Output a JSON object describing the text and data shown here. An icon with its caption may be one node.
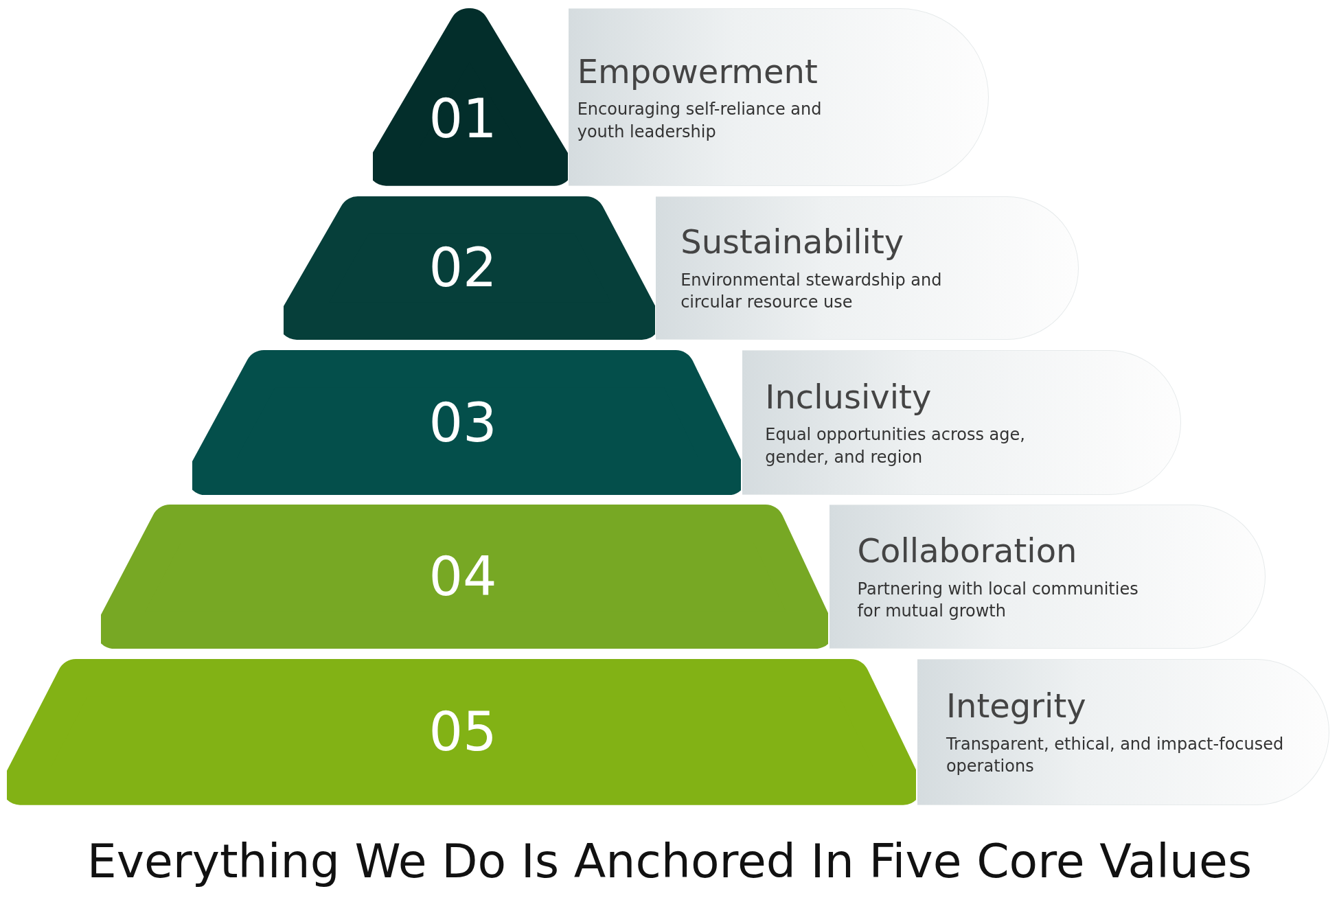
{
  "diagram": {
    "caption": "Everything We Do Is Anchored In Five Core Values",
    "nodes": [
      {
        "text": [
          "01"
        ]
      },
      {
        "text": [
          "Empowerment",
          "Encouraging self-reliance and youth leadership"
        ]
      },
      {
        "text": [
          "02"
        ]
      },
      {
        "text": [
          "Sustainability",
          "Environmental stewardship and circular resource use"
        ]
      },
      {
        "text": [
          "03"
        ]
      },
      {
        "text": [
          "Inclusivity",
          "Equal opportunities across age, gender, and region"
        ]
      },
      {
        "text": [
          "04"
        ]
      },
      {
        "text": [
          "Collaboration",
          "Partnering with local communities for mutual growth"
        ]
      },
      {
        "text": [
          "05"
        ]
      },
      {
        "text": [
          "Integrity",
          "Transparent, ethical, and impact-focused operations"
        ]
      }
    ]
  }
}
